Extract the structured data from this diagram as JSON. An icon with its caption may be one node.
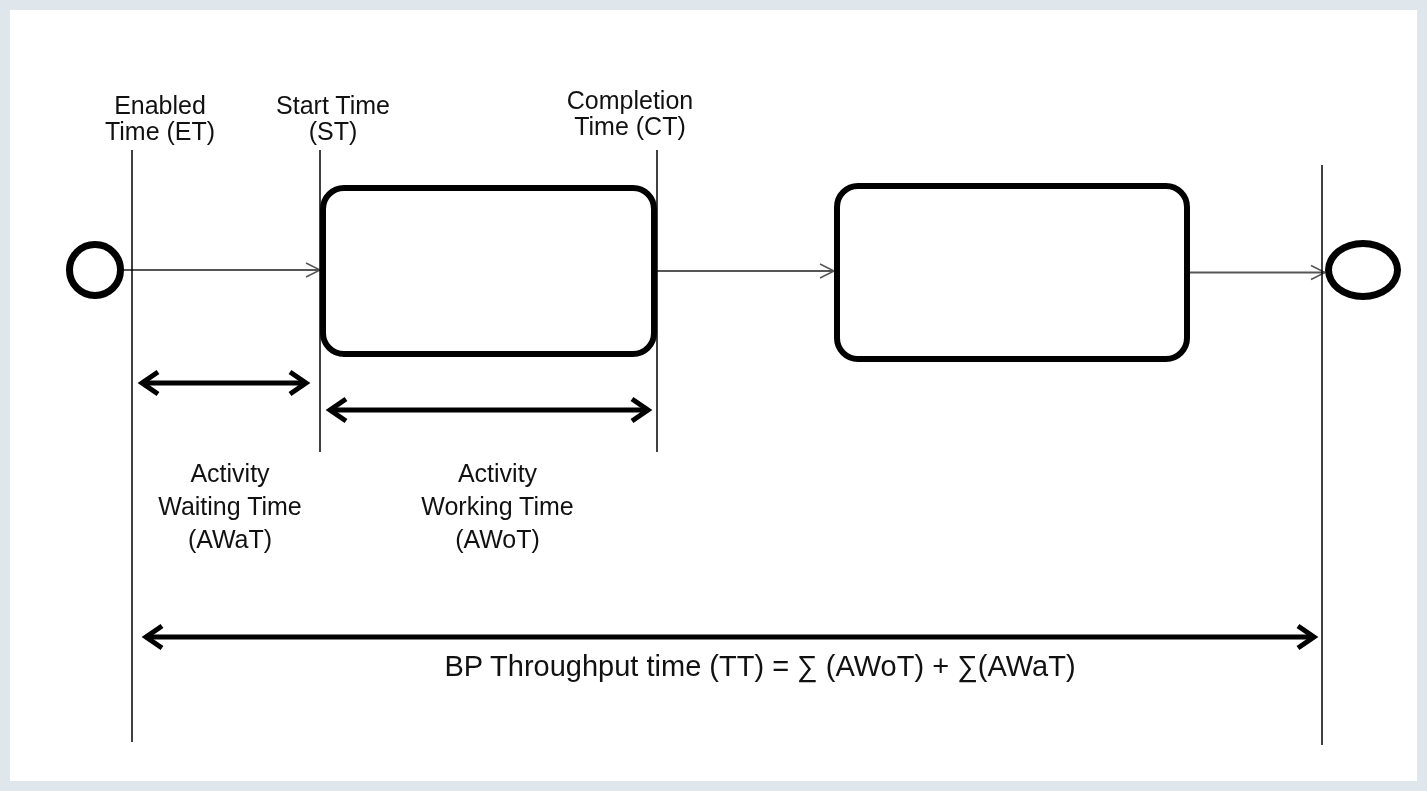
{
  "diagram": {
    "nodes": [
      {
        "text": [],
        "shape": "circle"
      },
      {
        "text": [],
        "shape": "box"
      },
      {
        "text": [],
        "shape": "box"
      },
      {
        "text": [],
        "shape": "circle"
      }
    ],
    "edges": [
      {
        "from": 0,
        "to": 1,
        "arrow": "to"
      },
      {
        "from": 1,
        "to": 2,
        "arrow": "to"
      },
      {
        "from": 2,
        "to": 3,
        "arrow": "to"
      }
    ],
    "labels": [
      "Enabled Time (ET)",
      "Start Time (ST)",
      "Completion Time (CT)",
      "Activity Waiting Time (AWaT)",
      "Activity Working Time (AWoT)",
      "BP Throughput time (TT) = ∑ (AWoT)  + ∑(AWaT)"
    ]
  }
}
